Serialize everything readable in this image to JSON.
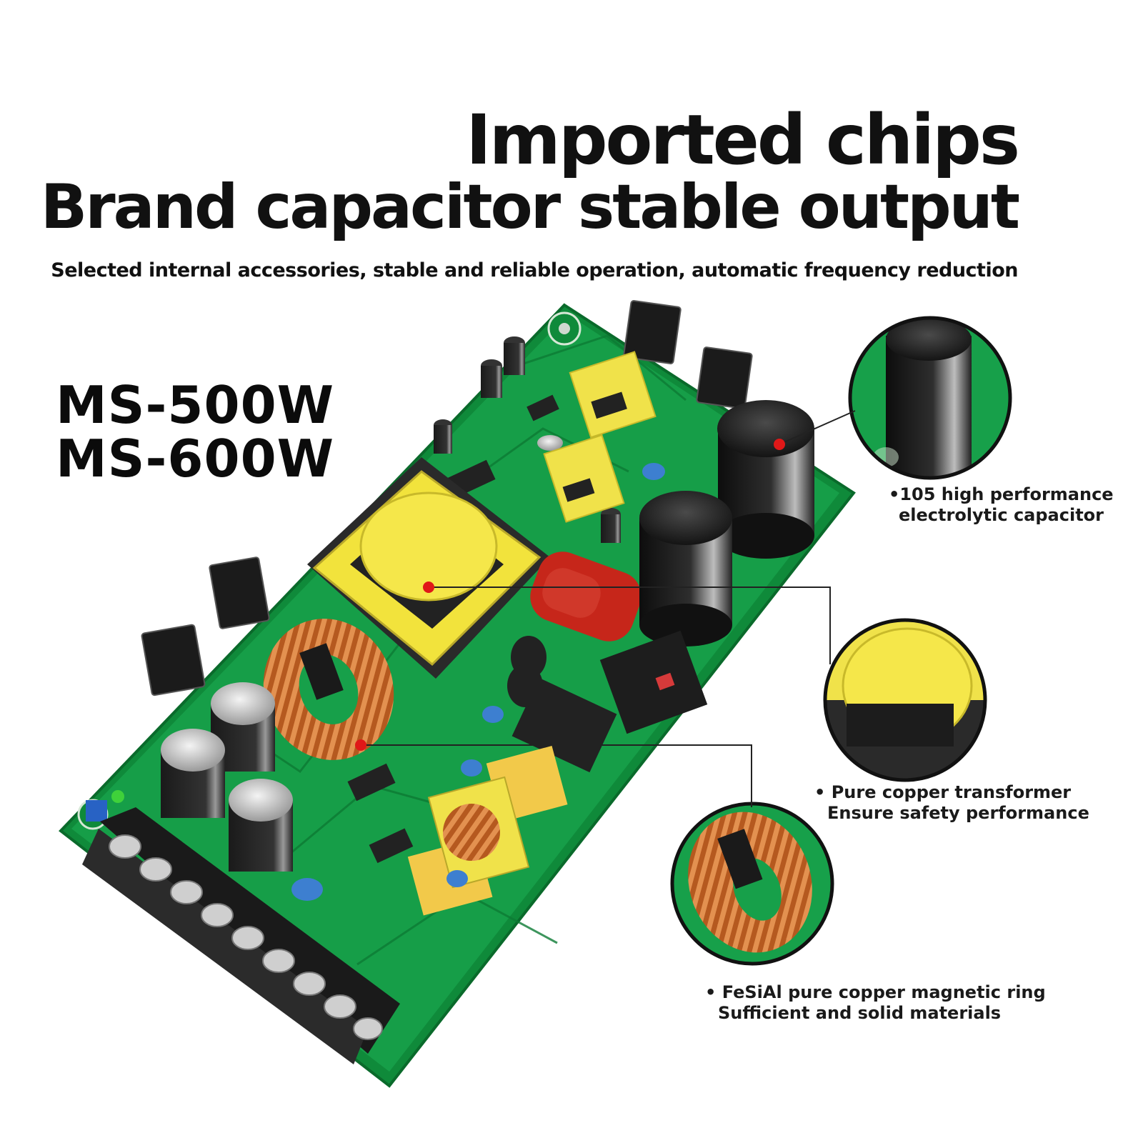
{
  "headline": {
    "line1": "Imported chips",
    "line2": "Brand capacitor stable output"
  },
  "subheading": "Selected internal accessories, stable and reliable operation, automatic frequency reduction",
  "models": [
    "MS-500W",
    "MS-600W"
  ],
  "callouts": {
    "capacitor": {
      "line1": "•105 high performance",
      "line2": "electrolytic capacitor"
    },
    "transformer": {
      "line1": "• Pure copper transformer",
      "line2": "Ensure safety performance"
    },
    "ring": {
      "line1": "• FeSiAl pure copper magnetic ring",
      "line2": "Sufficient and solid materials"
    }
  },
  "colors": {
    "pcb_green": "#169c46",
    "transformer_yellow": "#f2e33c",
    "copper": "#c8692a",
    "marker_red": "#e01818"
  }
}
